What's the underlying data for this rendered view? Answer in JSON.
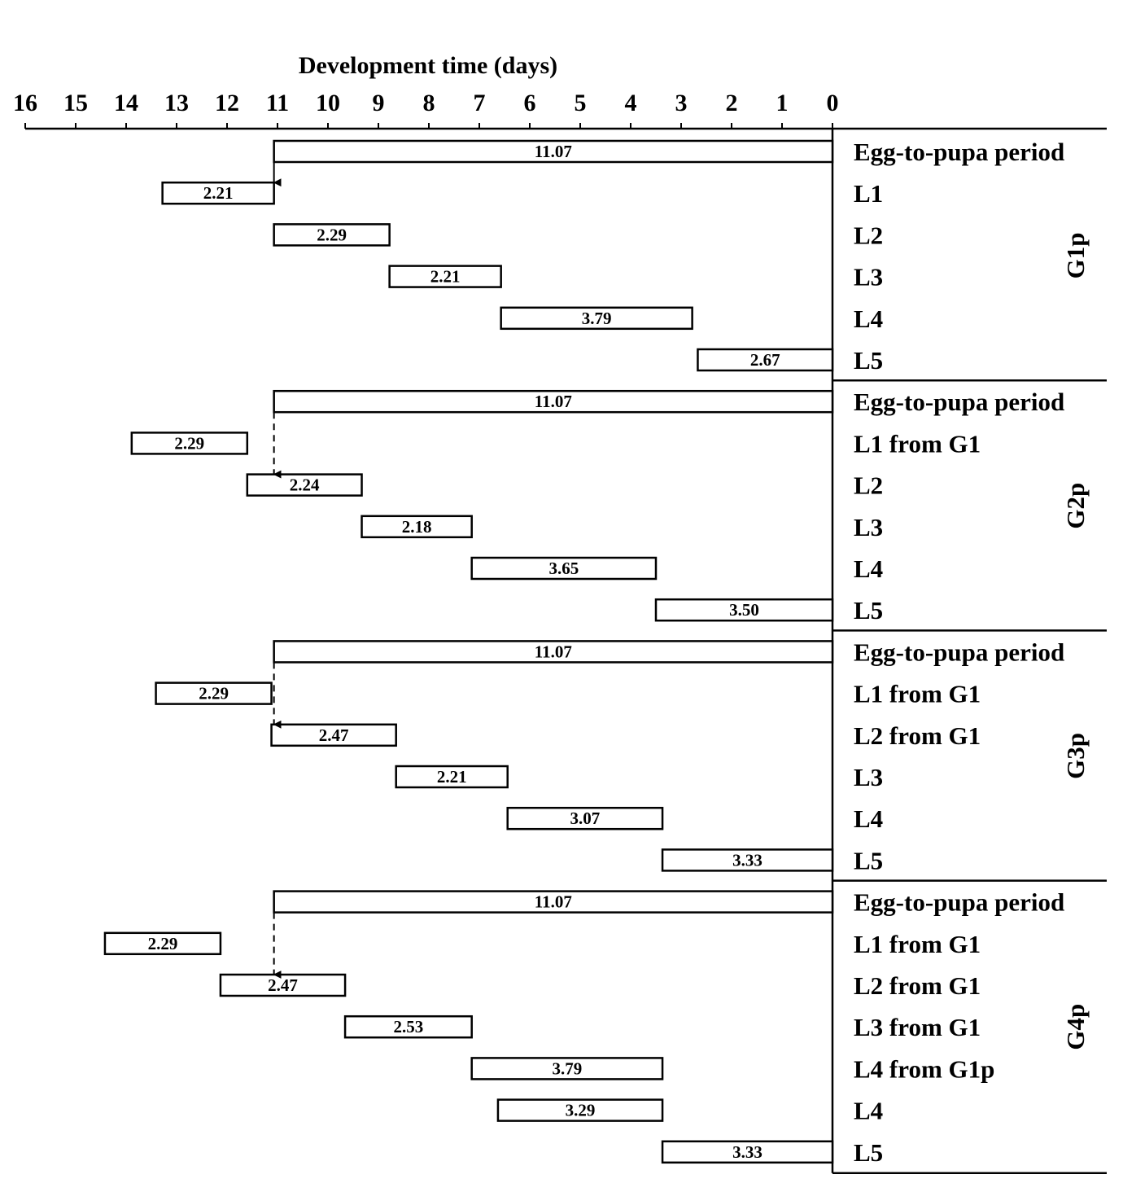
{
  "chart_data": {
    "type": "gantt",
    "title": "",
    "xlabel": "Development time (days)",
    "ylabel": "",
    "x_axis": {
      "reversed": true,
      "xlim": [
        0,
        16
      ],
      "ticks": [
        16,
        15,
        14,
        13,
        12,
        11,
        10,
        9,
        8,
        7,
        6,
        5,
        4,
        3,
        2,
        1,
        0
      ]
    },
    "groups": [
      {
        "name": "G1p",
        "rows": [
          {
            "label": "Egg-to-pupa period",
            "start": 0,
            "end": 11.07,
            "value": "11.07"
          },
          {
            "label": "L1",
            "start": 11.07,
            "end": 13.28,
            "value": "2.21"
          },
          {
            "label": "L2",
            "start": 8.78,
            "end": 11.07,
            "value": "2.29"
          },
          {
            "label": "L3",
            "start": 6.57,
            "end": 8.78,
            "value": "2.21"
          },
          {
            "label": "L4",
            "start": 2.78,
            "end": 6.57,
            "value": "3.79"
          },
          {
            "label": "L5",
            "start": 0,
            "end": 2.67,
            "value": "2.67"
          }
        ],
        "arrow": {
          "from_row": 0,
          "to_row": 1,
          "at": 11.07,
          "style": "solid"
        }
      },
      {
        "name": "G2p",
        "rows": [
          {
            "label": "Egg-to-pupa period",
            "start": 0,
            "end": 11.07,
            "value": "11.07"
          },
          {
            "label": "L1 from G1",
            "start": 11.6,
            "end": 13.89,
            "value": "2.29"
          },
          {
            "label": "L2",
            "start": 9.33,
            "end": 11.6,
            "value": "2.24"
          },
          {
            "label": "L3",
            "start": 7.15,
            "end": 9.33,
            "value": "2.18"
          },
          {
            "label": "L4",
            "start": 3.5,
            "end": 7.15,
            "value": "3.65"
          },
          {
            "label": "L5",
            "start": 0,
            "end": 3.5,
            "value": "3.50"
          }
        ],
        "arrow": {
          "from_row": 0,
          "to_row": 2,
          "at": 11.07,
          "style": "dashed"
        }
      },
      {
        "name": "G3p",
        "rows": [
          {
            "label": "Egg-to-pupa period",
            "start": 0,
            "end": 11.07,
            "value": "11.07"
          },
          {
            "label": "L1 from G1",
            "start": 11.12,
            "end": 13.41,
            "value": "2.29"
          },
          {
            "label": "L2 from G1",
            "start": 8.65,
            "end": 11.12,
            "value": "2.47"
          },
          {
            "label": "L3",
            "start": 6.44,
            "end": 8.65,
            "value": "2.21"
          },
          {
            "label": "L4",
            "start": 3.37,
            "end": 6.44,
            "value": "3.07"
          },
          {
            "label": "L5",
            "start": 0,
            "end": 3.37,
            "value": "3.33"
          }
        ],
        "arrow": {
          "from_row": 0,
          "to_row": 2,
          "at": 11.07,
          "style": "dashed"
        }
      },
      {
        "name": "G4p",
        "rows": [
          {
            "label": "Egg-to-pupa period",
            "start": 0,
            "end": 11.07,
            "value": "11.07"
          },
          {
            "label": "L1 from G1",
            "start": 12.13,
            "end": 14.42,
            "value": "2.29"
          },
          {
            "label": "L2 from G1",
            "start": 9.66,
            "end": 12.13,
            "value": "2.47"
          },
          {
            "label": "L3 from G1",
            "start": 7.15,
            "end": 9.66,
            "value": "2.53"
          },
          {
            "label": "L4 from G1p",
            "start": 3.37,
            "end": 7.15,
            "value": "3.79"
          },
          {
            "label": "L4",
            "start": 3.37,
            "end": 6.63,
            "value": "3.29"
          },
          {
            "label": "L5",
            "start": 0,
            "end": 3.37,
            "value": "3.33"
          }
        ],
        "arrow": {
          "from_row": 0,
          "to_row": 2,
          "at": 11.07,
          "style": "dashed"
        }
      }
    ]
  }
}
